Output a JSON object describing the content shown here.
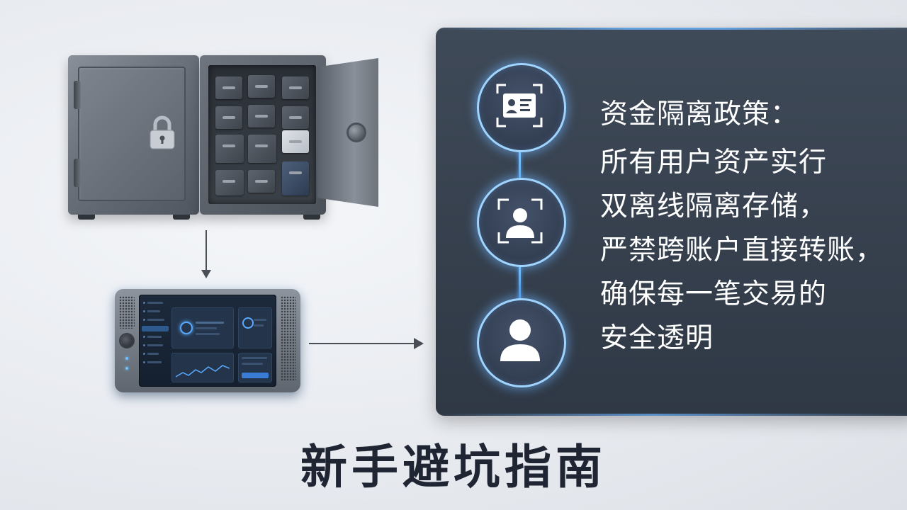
{
  "panel": {
    "heading": "资金隔离政策：",
    "lines": [
      "所有用户资产实行",
      "双离线隔离存储，",
      "严禁跨账户直接转账，",
      "确保每一笔交易的",
      "安全透明"
    ],
    "icons": [
      "id-card-scan-icon",
      "face-scan-icon",
      "user-icon"
    ],
    "accent_color": "#9fd4ff"
  },
  "title": "新手避坑指南",
  "colors": {
    "panel_bg": "#353f4d",
    "title": "#1f2532",
    "arrow": "#4a4f57"
  }
}
